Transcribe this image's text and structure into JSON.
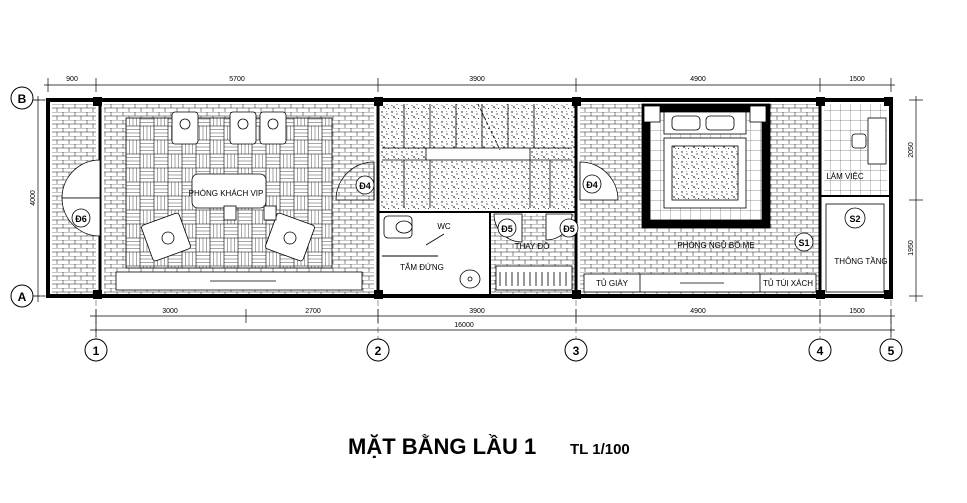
{
  "title": "MẶT BẰNG LẦU 1",
  "scale": "TL 1/100",
  "grid_axes": {
    "vertical": [
      "1",
      "2",
      "3",
      "4",
      "5"
    ],
    "horizontal": [
      "A",
      "B"
    ]
  },
  "dimensions": {
    "top": [
      "900",
      "5700",
      "3900",
      "4900",
      "1500"
    ],
    "bottom_detail": [
      "3000",
      "2700",
      "3900",
      "4900",
      "1500"
    ],
    "bottom_total": "16000",
    "left": "4000",
    "right": [
      "2050",
      "1950"
    ]
  },
  "rooms": {
    "living": "PHÒNG KHÁCH VIP",
    "wc": "WC",
    "shower": "TẮM ĐỨNG",
    "dressing": "THAY ĐỒ",
    "bedroom": "PHÒNG NGỦ BỐ MẸ",
    "study": "LÀM VIỆC",
    "void": "THÔNG TẦNG",
    "shoe_cabinet": "TỦ GIÀY",
    "bag_cabinet": "TỦ TÚI XÁCH"
  },
  "door_tags": {
    "d6": "Đ6",
    "d4_left": "Đ4",
    "d4_right": "Đ4",
    "d5_left": "Đ5",
    "d5_right": "Đ5",
    "s1": "S1",
    "s2": "S2"
  }
}
